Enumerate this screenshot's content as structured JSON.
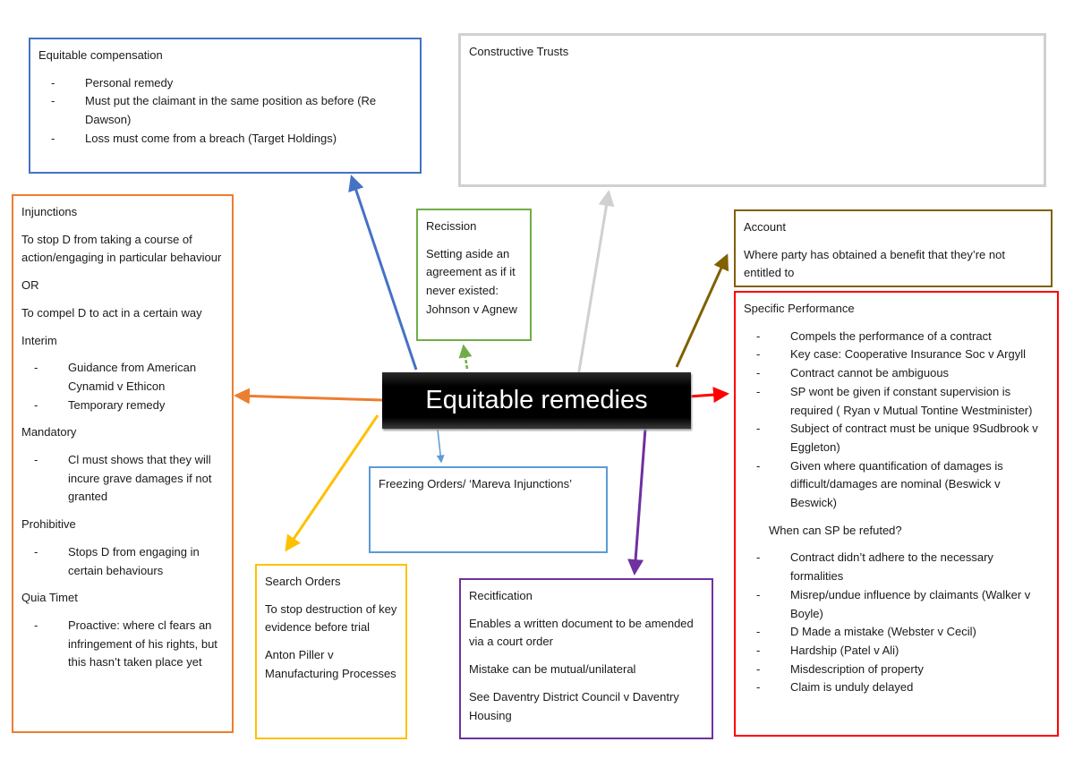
{
  "diagram": {
    "central_topic": "Equitable remedies",
    "colors": {
      "equitable_compensation": "#4472C4",
      "constructive_trusts": "#D0D0D0",
      "injunctions": "#ED7D31",
      "recission": "#70AD47",
      "account": "#806000",
      "specific_performance": "#FF0000",
      "freezing_orders": "#5B9BD5",
      "search_orders": "#FFC000",
      "rectification": "#7030A0"
    },
    "equitable_compensation": {
      "title": "Equitable compensation",
      "bullets": [
        "Personal remedy",
        "Must put the claimant in the same position as before (Re Dawson)",
        "Loss must come from a breach (Target Holdings)"
      ]
    },
    "constructive_trusts": {
      "title": "Constructive Trusts"
    },
    "injunctions": {
      "title": "Injunctions",
      "intro": "To stop D from taking a course of action/engaging in particular behaviour",
      "or": "OR",
      "compel": "To compel D to act in a certain way",
      "interim": {
        "heading": "Interim",
        "bullets": [
          "Guidance from American Cynamid v Ethicon",
          "Temporary remedy"
        ]
      },
      "mandatory": {
        "heading": "Mandatory",
        "bullets": [
          "Cl must shows that they will incure grave damages if not granted"
        ]
      },
      "prohibitive": {
        "heading": "Prohibitive",
        "bullets": [
          "Stops D from engaging in certain behaviours"
        ]
      },
      "quia_timet": {
        "heading": "Quia Timet",
        "bullets": [
          "Proactive: where cl fears an infringement of his rights, but this hasn’t taken place yet"
        ]
      }
    },
    "recission": {
      "title": "Recission",
      "text": "Setting aside an agreement as if it never existed: Johnson v Agnew"
    },
    "account": {
      "title": "Account",
      "text": "Where party has obtained a benefit that they’re not entitled to"
    },
    "specific_performance": {
      "title": "Specific Performance",
      "bullets": [
        "Compels the performance of a contract",
        "Key case: Cooperative Insurance Soc v Argyll",
        "Contract cannot be ambiguous",
        "SP wont be given if constant supervision is required ( Ryan v Mutual Tontine Westminister)",
        "Subject of contract must be unique 9Sudbrook v Eggleton)",
        "Given where quantification of damages is difficult/damages are nominal (Beswick v Beswick)"
      ],
      "refuted_heading": "When can SP be refuted?",
      "refuted_bullets": [
        "Contract didn’t adhere to the necessary formalities",
        "Misrep/undue influence by claimants (Walker v Boyle)",
        "D Made a mistake (Webster v Cecil)",
        "Hardship (Patel v Ali)",
        "Misdescription of property",
        "Claim is unduly delayed"
      ]
    },
    "freezing_orders": {
      "title": "Freezing Orders/ ‘Mareva Injunctions’"
    },
    "search_orders": {
      "title": "Search Orders",
      "text": "To stop destruction of key evidence before trial",
      "case": "Anton Piller v Manufacturing Processes"
    },
    "rectification": {
      "title": "Recitfication",
      "text": "Enables a written document to be amended via a court order",
      "mistake": "Mistake can be mutual/unilateral",
      "see": "See Daventry District Council v Daventry Housing"
    }
  }
}
